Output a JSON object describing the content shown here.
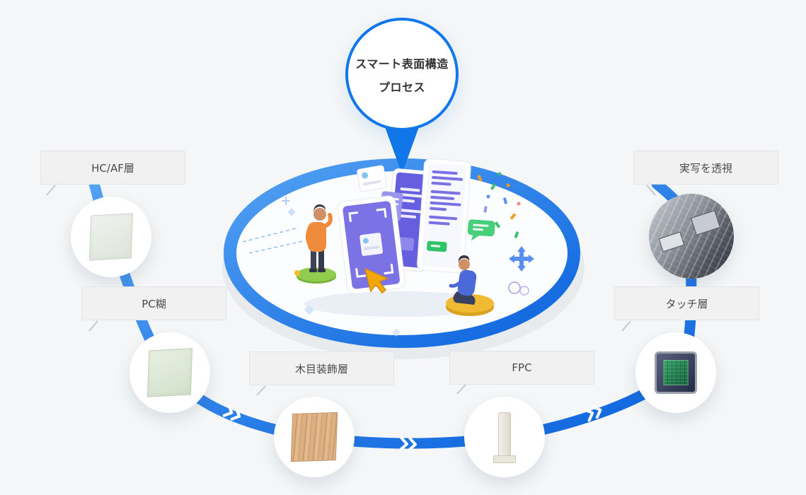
{
  "badge": {
    "line1": "スマート表面構造",
    "line2": "プロセス"
  },
  "nodes": [
    {
      "id": "hcaf",
      "label": "HC/AF層",
      "image": "film-sheet-photo"
    },
    {
      "id": "pc_glue",
      "label": "PC糊",
      "image": "adhesive-film-photo"
    },
    {
      "id": "wood",
      "label": "木目装飾層",
      "image": "wood-grain-photo"
    },
    {
      "id": "fpc",
      "label": "FPC",
      "image": "fpc-part-photo"
    },
    {
      "id": "touch",
      "label": "タッチ層",
      "image": "cpu-chip-photo"
    },
    {
      "id": "photo_view",
      "label": "実写を透視",
      "image": "circuit-xray-photo"
    }
  ],
  "colors": {
    "background": "#f4f6f7",
    "accent_blue": "#1277e8",
    "flow_gradient_start": "#54a2f4",
    "flow_gradient_end": "#0b63dd",
    "label_background": "#f1f1f2",
    "label_text": "#4b4b4b"
  },
  "icons": {
    "flow_direction": "double-chevron-right",
    "badge_pointer": "down-triangle-pointer"
  }
}
